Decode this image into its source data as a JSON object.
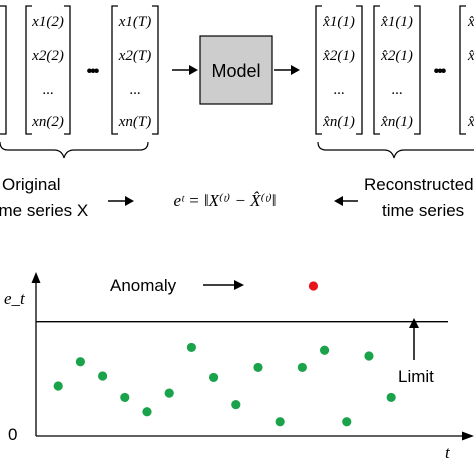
{
  "model_box": {
    "label": "Model"
  },
  "original": {
    "label_line1": "Original",
    "label_line2": "time series X",
    "first_column": [
      "x1(2)",
      "x2(2)",
      "...",
      "xn(2)"
    ],
    "last_column": [
      "x1(T)",
      "x2(T)",
      "...",
      "xn(T)"
    ],
    "ellipsis": "•••"
  },
  "reconstructed": {
    "label_line1": "Reconstructed",
    "label_line2": "time series",
    "first_column": [
      "x̂1(1)",
      "x̂2(1)",
      "...",
      "x̂n(1)"
    ],
    "ellipsis": "•••"
  },
  "formula": "eᵗ = ‖X⁽ᵗ⁾ − X̂⁽ᵗ⁾‖",
  "anomaly_plot": {
    "y_axis_label": "e_t",
    "x_axis_label": "t",
    "zero_label": "0",
    "annotation_anomaly": "Anomaly",
    "annotation_limit": "Limit",
    "normal_color": "#1aa34a",
    "anomaly_color": "#e8141c",
    "normal_points": [
      [
        1,
        0.35
      ],
      [
        2,
        0.52
      ],
      [
        3,
        0.42
      ],
      [
        4,
        0.27
      ],
      [
        5,
        0.17
      ],
      [
        6,
        0.3
      ],
      [
        7,
        0.62
      ],
      [
        8,
        0.41
      ],
      [
        9,
        0.22
      ],
      [
        10,
        0.48
      ],
      [
        11,
        0.1
      ],
      [
        12,
        0.48
      ],
      [
        13,
        0.6
      ],
      [
        14,
        0.1
      ],
      [
        15,
        0.56
      ],
      [
        16,
        0.27
      ]
    ],
    "anomaly_point": [
      12.5,
      1.05
    ],
    "limit": 0.8
  }
}
